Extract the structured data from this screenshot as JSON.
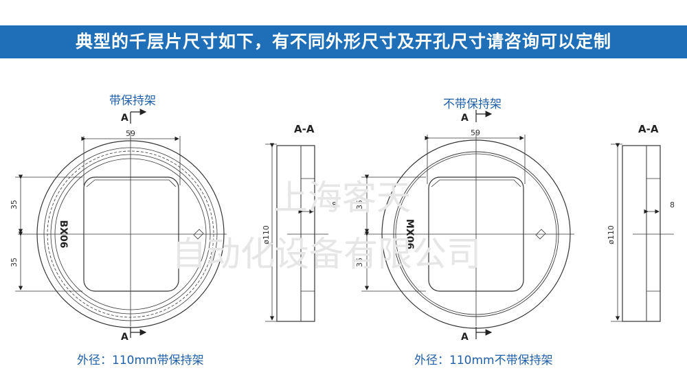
{
  "banner": {
    "text": "典型的千层片尺寸如下，有不同外形尺寸及开孔尺寸请咨询可以定制"
  },
  "watermark": {
    "line1": "上海客天",
    "line2": "自动化设备有限公司"
  },
  "left_drawing": {
    "top_label": "带保持架",
    "section_mark": "A",
    "width_dim": "59",
    "upper_dim": "35",
    "lower_dim": "35",
    "part_code": "BX06",
    "caption": "外径：110mm带保持架"
  },
  "left_section": {
    "title": "A-A",
    "diameter_dim": "ø110",
    "thickness_dim": "8"
  },
  "right_drawing": {
    "top_label": "不带保持架",
    "section_mark": "A",
    "width_dim": "59",
    "upper_dim": "35",
    "lower_dim": "35",
    "part_code": "MX06",
    "caption": "外径：110mm不带保持架"
  },
  "right_section": {
    "title": "A-A",
    "diameter_dim": "ø110",
    "thickness_dim": "8"
  }
}
